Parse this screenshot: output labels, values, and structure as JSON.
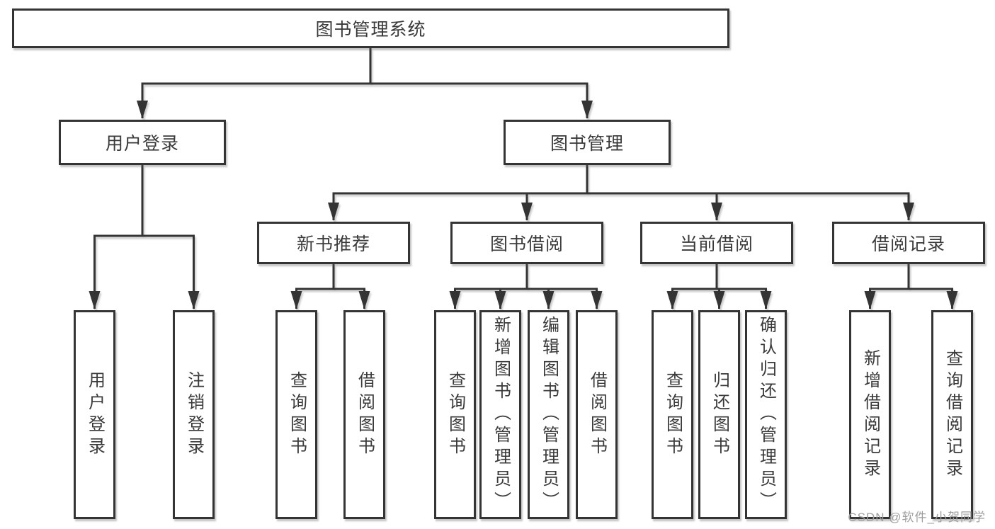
{
  "title": "图书管理系统",
  "watermark": "CSDN @软件_小贺同学",
  "colors": {
    "line": "#343434",
    "text": "#3a3a3a",
    "watermark": "#9e9e9e",
    "background": "#ffffff"
  },
  "tree": {
    "label": "图书管理系统",
    "children": [
      {
        "label": "用户登录",
        "children": [
          {
            "label": "用户登录"
          },
          {
            "label": "注销登录"
          }
        ]
      },
      {
        "label": "图书管理",
        "children": [
          {
            "label": "新书推荐",
            "children": [
              {
                "label": "查询图书"
              },
              {
                "label": "借阅图书"
              }
            ]
          },
          {
            "label": "图书借阅",
            "children": [
              {
                "label": "查询图书"
              },
              {
                "label": "新增图书（管理员）"
              },
              {
                "label": "编辑图书（管理员）"
              },
              {
                "label": "借阅图书"
              }
            ]
          },
          {
            "label": "当前借阅",
            "children": [
              {
                "label": "查询图书"
              },
              {
                "label": "归还图书"
              },
              {
                "label": "确认归还（管理员）"
              }
            ]
          },
          {
            "label": "借阅记录",
            "children": [
              {
                "label": "新增借阅记录"
              },
              {
                "label": "查询借阅记录"
              }
            ]
          }
        ]
      }
    ]
  }
}
